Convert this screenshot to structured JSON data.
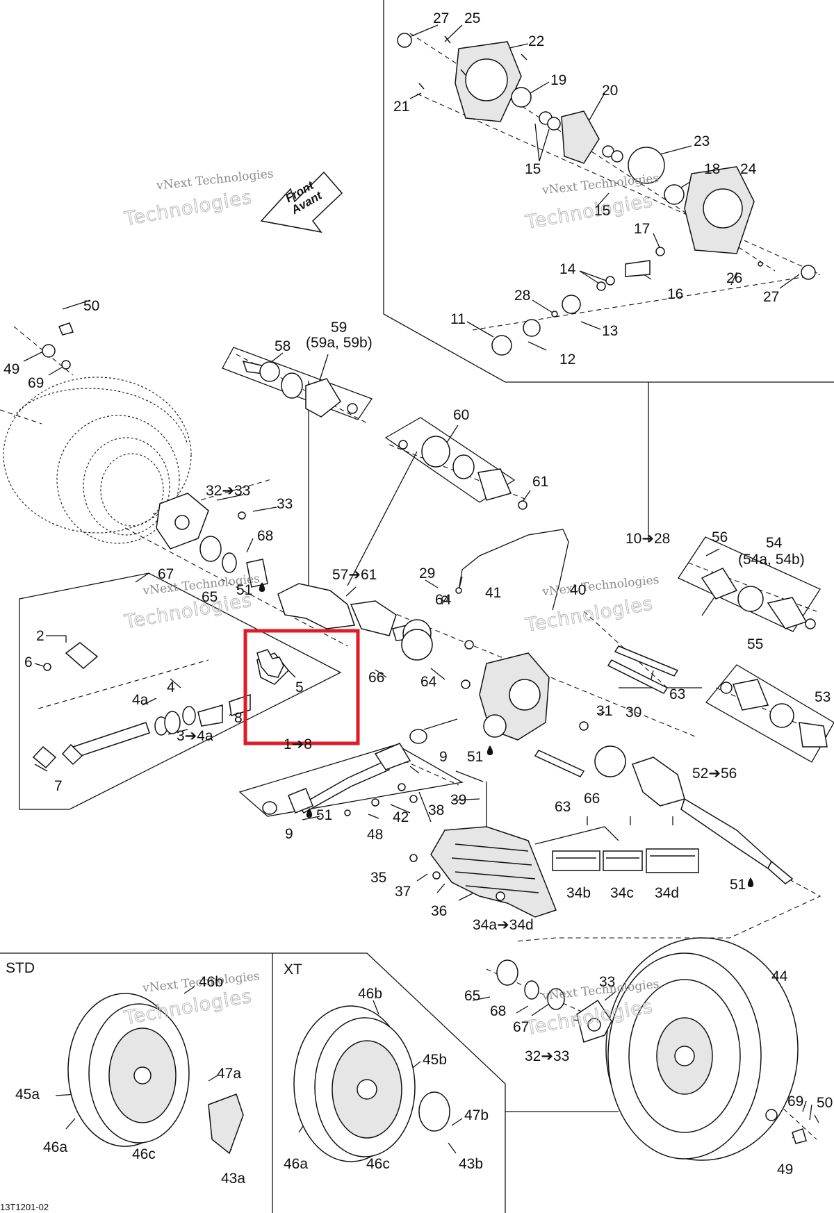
{
  "diagram": {
    "direction_arrow": {
      "line1": "Front",
      "line2": "Avant"
    },
    "watermark": {
      "line1": "vNext Technologies",
      "line2": "Technologies"
    },
    "drawing_code": "13T1201-02",
    "sections": {
      "std": "STD",
      "xt": "XT"
    },
    "highlight_color": "#e01b24",
    "labels": {
      "l27a": "27",
      "l25": "25",
      "l22": "22",
      "l19": "19",
      "l21": "21",
      "l20": "20",
      "l15a": "15",
      "l23": "23",
      "l18": "18",
      "l24": "24",
      "l15b": "15",
      "l17": "17",
      "l14": "14",
      "l16": "16",
      "l26": "26",
      "l27b": "27",
      "l28a": "28",
      "l11": "11",
      "l13": "13",
      "l12": "12",
      "l50a": "50",
      "l49a": "49",
      "l69a": "69",
      "l59": "59",
      "l59sub": "(59a, 59b)",
      "l58": "58",
      "l60": "60",
      "l61": "61",
      "l32a": "32➔33",
      "l33a": "33",
      "l68a": "68",
      "l67a": "67",
      "l65a": "65",
      "l51a": "51",
      "l57": "57➔61",
      "l29": "29",
      "l41": "41",
      "l40": "40",
      "l10": "10➔28",
      "l56": "56",
      "l54": "54",
      "l54sub": "(54a, 54b)",
      "l2": "2",
      "l6": "6",
      "l5": "5",
      "l4": "4",
      "l4a": "4a",
      "l34a": "3➔4a",
      "l8": "8",
      "l7": "7",
      "l1": "1➔8",
      "l64a": "64",
      "l66a": "66",
      "l64b": "64",
      "l63a": "63",
      "l31": "31",
      "l30": "30",
      "l55": "55",
      "l53": "53",
      "l9a": "9",
      "l51b": "51",
      "l52": "52➔56",
      "l63b": "63",
      "l66b": "66",
      "l39": "39",
      "l38": "38",
      "l42": "42",
      "l51c": "51",
      "l48": "48",
      "l9b": "9",
      "l35": "35",
      "l37": "37",
      "l36": "36",
      "l34b": "34b",
      "l34c": "34c",
      "l34d": "34d",
      "l34range": "34a➔34d",
      "l51d": "51",
      "l46b1": "46b",
      "l45a": "45a",
      "l47a": "47a",
      "l46a1": "46a",
      "l46c1": "46c",
      "l43a": "43a",
      "l46b2": "46b",
      "l45b": "45b",
      "l47b": "47b",
      "l46a2": "46a",
      "l46c2": "46c",
      "l43b": "43b",
      "l65b": "65",
      "l33b": "33",
      "l68b": "68",
      "l67b": "67",
      "l32b": "32➔33",
      "l44": "44",
      "l69b": "69",
      "l50b": "50",
      "l49b": "49"
    }
  }
}
